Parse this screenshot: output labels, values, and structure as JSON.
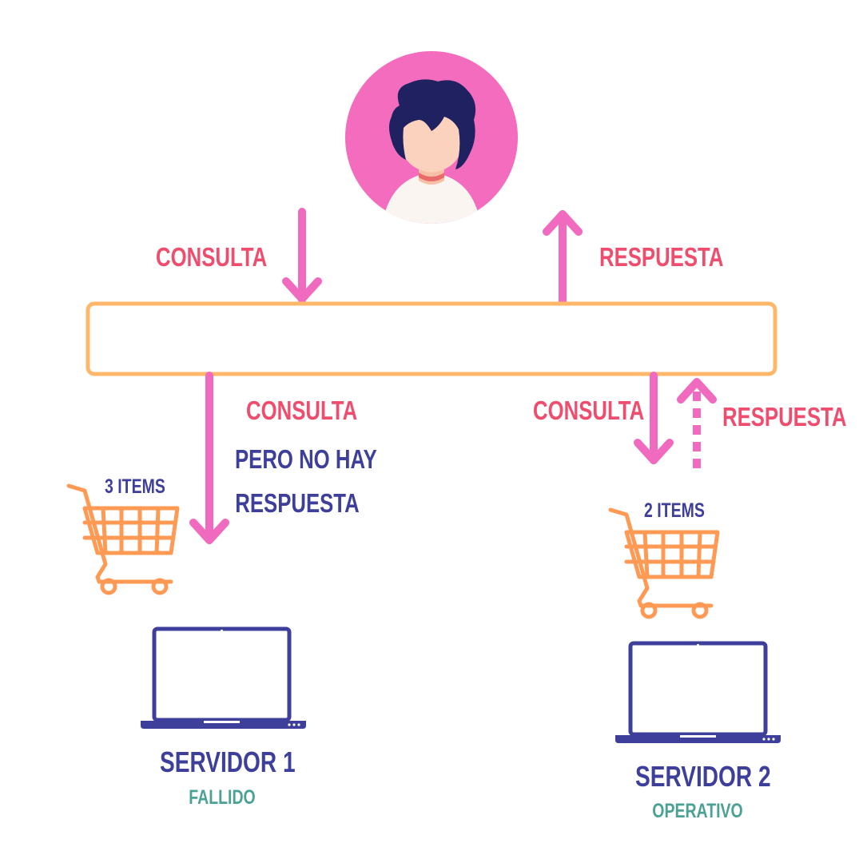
{
  "colors": {
    "arrow": "#F06ABF",
    "avatar_bg": "#F46CBE",
    "hair": "#1F2161",
    "skin": "#FAD2BE",
    "shirt": "#FBF5F2",
    "box_border": "#FFB86A",
    "cart": "#FF9A55",
    "laptop": "#3D3F9A",
    "label_pink": "#EF4D6E",
    "label_navy": "#3D3F9A",
    "label_teal": "#4BA294"
  },
  "top": {
    "query_label": "CONSULTA",
    "response_label": "RESPUESTA"
  },
  "server1": {
    "query_label": "CONSULTA",
    "no_response_line1": "PERO NO HAY",
    "no_response_line2": "RESPUESTA",
    "cart_items": "3 ITEMS",
    "name": "SERVIDOR 1",
    "status": "FALLIDO"
  },
  "server2": {
    "query_label": "CONSULTA",
    "response_label": "RESPUESTA",
    "cart_items": "2 ITEMS",
    "name": "SERVIDOR 2",
    "status": "OPERATIVO"
  }
}
